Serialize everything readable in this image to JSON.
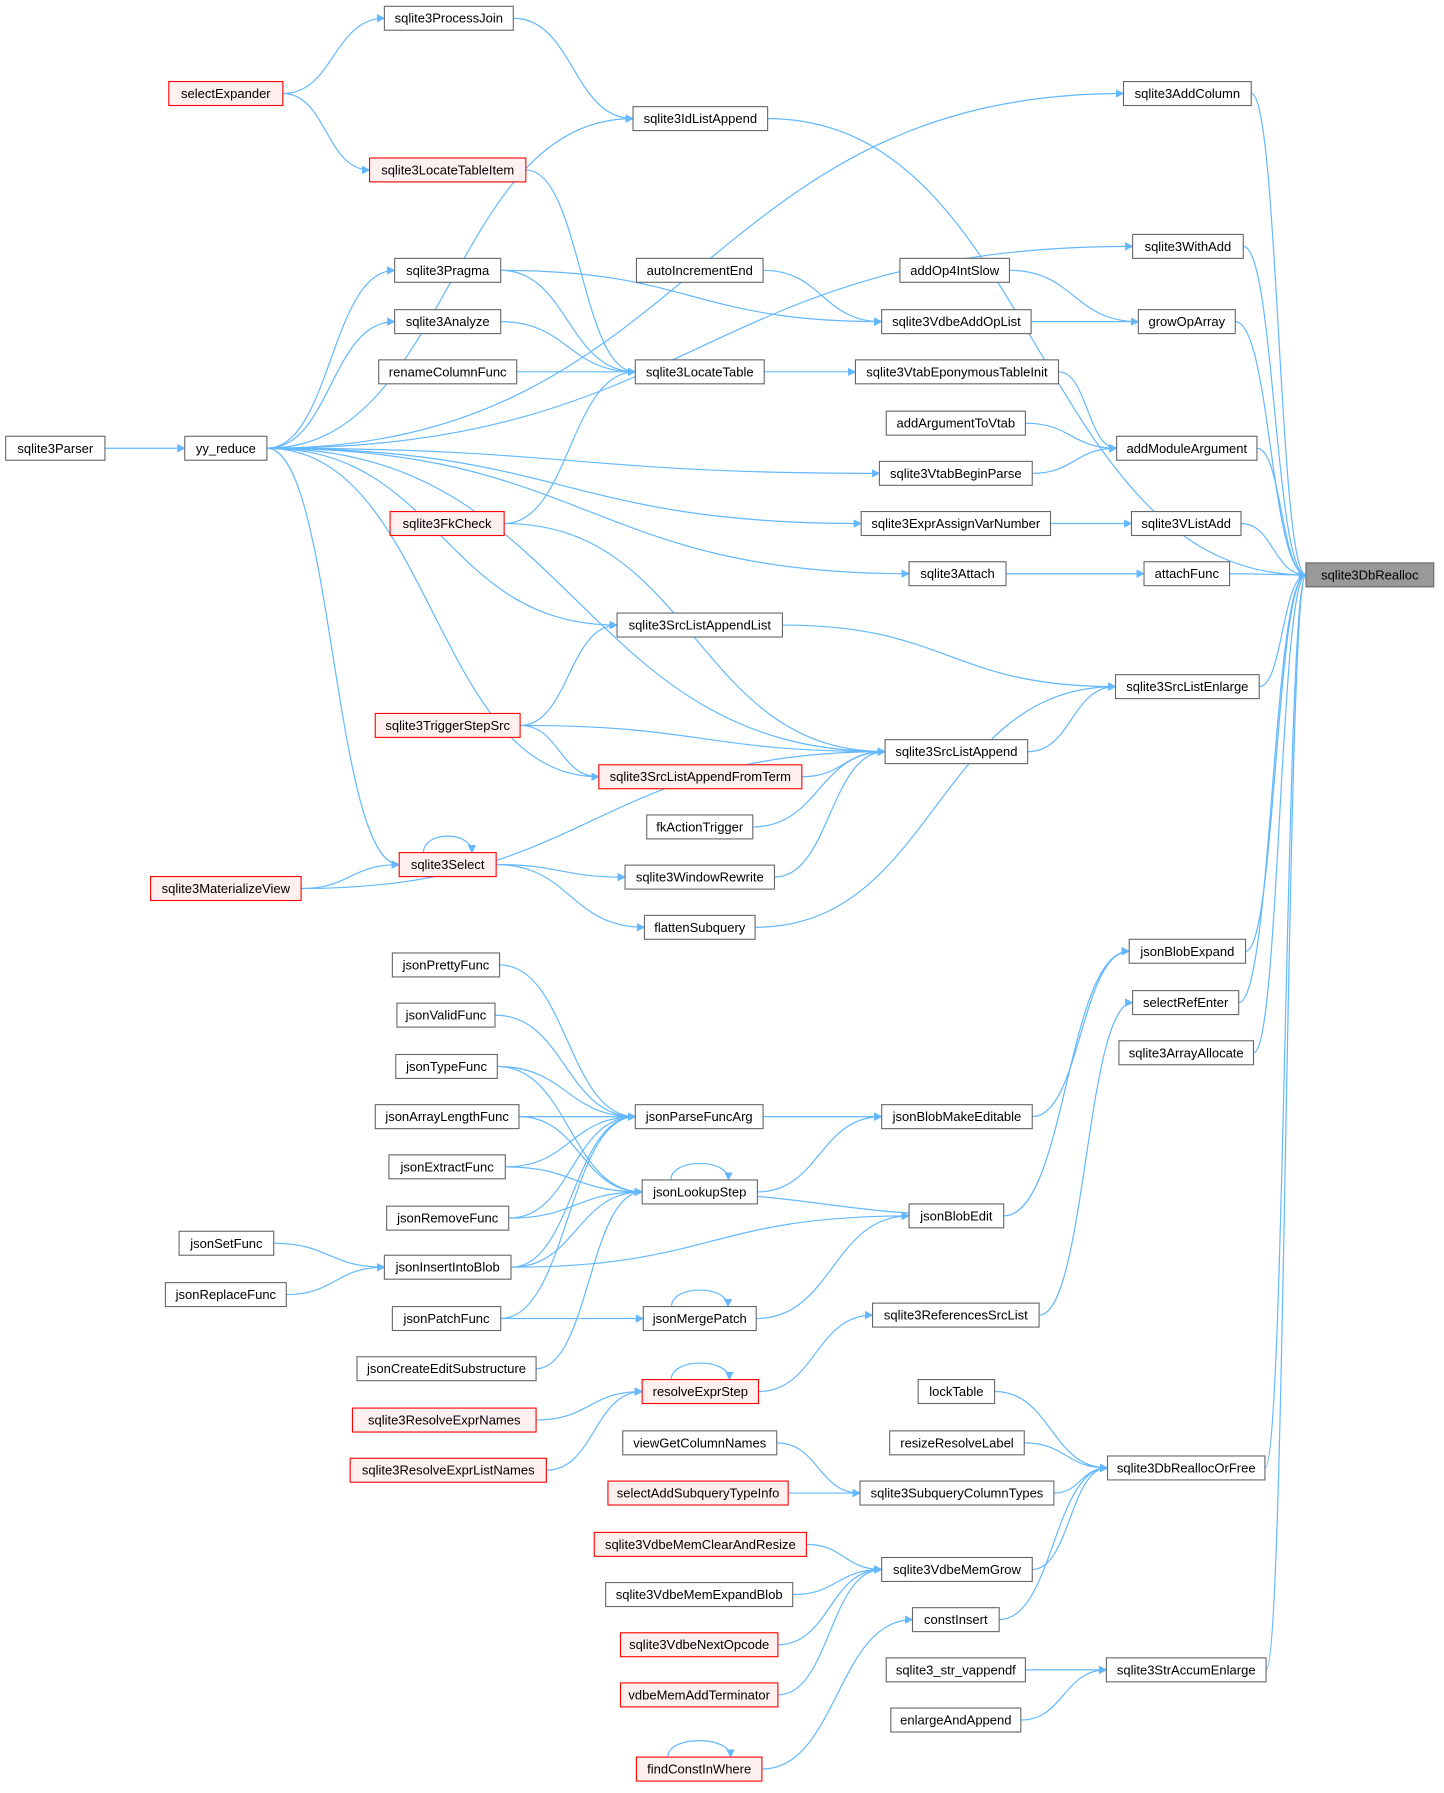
{
  "colors": {
    "edge": "#63b8ff",
    "node_border": "#666666",
    "node_border_highlight": "#ff0000",
    "root_fill": "#999999"
  },
  "nodes": [
    {
      "id": "root",
      "label": "sqlite3DbRealloc",
      "style": "root"
    },
    {
      "id": "n1",
      "label": "sqlite3ProcessJoin",
      "style": "normal"
    },
    {
      "id": "n2",
      "label": "selectExpander",
      "style": "red"
    },
    {
      "id": "n3",
      "label": "sqlite3AddColumn",
      "style": "normal"
    },
    {
      "id": "n4",
      "label": "sqlite3IdListAppend",
      "style": "normal"
    },
    {
      "id": "n5",
      "label": "sqlite3LocateTableItem",
      "style": "red"
    },
    {
      "id": "n6",
      "label": "sqlite3WithAdd",
      "style": "normal"
    },
    {
      "id": "n7",
      "label": "sqlite3Pragma",
      "style": "normal"
    },
    {
      "id": "n8",
      "label": "autoIncrementEnd",
      "style": "normal"
    },
    {
      "id": "n9",
      "label": "addOp4IntSlow",
      "style": "normal"
    },
    {
      "id": "n10",
      "label": "sqlite3Analyze",
      "style": "normal"
    },
    {
      "id": "n11",
      "label": "sqlite3VdbeAddOpList",
      "style": "normal"
    },
    {
      "id": "n12",
      "label": "growOpArray",
      "style": "normal"
    },
    {
      "id": "n13",
      "label": "renameColumnFunc",
      "style": "normal"
    },
    {
      "id": "n14",
      "label": "sqlite3LocateTable",
      "style": "normal"
    },
    {
      "id": "n15",
      "label": "sqlite3VtabEponymousTableInit",
      "style": "normal"
    },
    {
      "id": "n16",
      "label": "addArgumentToVtab",
      "style": "normal"
    },
    {
      "id": "n17",
      "label": "sqlite3Parser",
      "style": "normal"
    },
    {
      "id": "n18",
      "label": "yy_reduce",
      "style": "normal"
    },
    {
      "id": "n19",
      "label": "addModuleArgument",
      "style": "normal"
    },
    {
      "id": "n20",
      "label": "sqlite3VtabBeginParse",
      "style": "normal"
    },
    {
      "id": "n21",
      "label": "sqlite3FkCheck",
      "style": "red"
    },
    {
      "id": "n22",
      "label": "sqlite3ExprAssignVarNumber",
      "style": "normal"
    },
    {
      "id": "n23",
      "label": "sqlite3VListAdd",
      "style": "normal"
    },
    {
      "id": "n24",
      "label": "sqlite3Attach",
      "style": "normal"
    },
    {
      "id": "n25",
      "label": "attachFunc",
      "style": "normal"
    },
    {
      "id": "n26",
      "label": "sqlite3SrcListAppendList",
      "style": "normal"
    },
    {
      "id": "n27",
      "label": "sqlite3SrcListEnlarge",
      "style": "normal"
    },
    {
      "id": "n28",
      "label": "sqlite3TriggerStepSrc",
      "style": "red"
    },
    {
      "id": "n29",
      "label": "sqlite3SrcListAppend",
      "style": "normal"
    },
    {
      "id": "n30",
      "label": "sqlite3SrcListAppendFromTerm",
      "style": "red"
    },
    {
      "id": "n31",
      "label": "fkActionTrigger",
      "style": "normal"
    },
    {
      "id": "n32",
      "label": "sqlite3Select",
      "style": "red"
    },
    {
      "id": "n33",
      "label": "sqlite3MaterializeView",
      "style": "red"
    },
    {
      "id": "n34",
      "label": "sqlite3WindowRewrite",
      "style": "normal"
    },
    {
      "id": "n35",
      "label": "flattenSubquery",
      "style": "normal"
    },
    {
      "id": "n36",
      "label": "jsonBlobExpand",
      "style": "normal"
    },
    {
      "id": "n37",
      "label": "jsonPrettyFunc",
      "style": "normal"
    },
    {
      "id": "n38",
      "label": "selectRefEnter",
      "style": "normal"
    },
    {
      "id": "n39",
      "label": "jsonValidFunc",
      "style": "normal"
    },
    {
      "id": "n40",
      "label": "sqlite3ArrayAllocate",
      "style": "normal"
    },
    {
      "id": "n41",
      "label": "jsonTypeFunc",
      "style": "normal"
    },
    {
      "id": "n42",
      "label": "jsonArrayLengthFunc",
      "style": "normal"
    },
    {
      "id": "n43",
      "label": "jsonParseFuncArg",
      "style": "normal"
    },
    {
      "id": "n44",
      "label": "jsonBlobMakeEditable",
      "style": "normal"
    },
    {
      "id": "n45",
      "label": "jsonExtractFunc",
      "style": "normal"
    },
    {
      "id": "n46",
      "label": "jsonLookupStep",
      "style": "normal"
    },
    {
      "id": "n47",
      "label": "jsonRemoveFunc",
      "style": "normal"
    },
    {
      "id": "n48",
      "label": "jsonBlobEdit",
      "style": "normal"
    },
    {
      "id": "n49",
      "label": "jsonSetFunc",
      "style": "normal"
    },
    {
      "id": "n50",
      "label": "jsonInsertIntoBlob",
      "style": "normal"
    },
    {
      "id": "n51",
      "label": "jsonReplaceFunc",
      "style": "normal"
    },
    {
      "id": "n52",
      "label": "jsonPatchFunc",
      "style": "normal"
    },
    {
      "id": "n53",
      "label": "jsonMergePatch",
      "style": "normal"
    },
    {
      "id": "n54",
      "label": "sqlite3ReferencesSrcList",
      "style": "normal"
    },
    {
      "id": "n55",
      "label": "jsonCreateEditSubstructure",
      "style": "normal"
    },
    {
      "id": "n56",
      "label": "resolveExprStep",
      "style": "red"
    },
    {
      "id": "n57",
      "label": "sqlite3ResolveExprNames",
      "style": "red"
    },
    {
      "id": "n58",
      "label": "lockTable",
      "style": "normal"
    },
    {
      "id": "n59",
      "label": "sqlite3ResolveExprListNames",
      "style": "red"
    },
    {
      "id": "n60",
      "label": "viewGetColumnNames",
      "style": "normal"
    },
    {
      "id": "n61",
      "label": "resizeResolveLabel",
      "style": "normal"
    },
    {
      "id": "n62",
      "label": "sqlite3DbReallocOrFree",
      "style": "normal"
    },
    {
      "id": "n63",
      "label": "selectAddSubqueryTypeInfo",
      "style": "red"
    },
    {
      "id": "n64",
      "label": "sqlite3SubqueryColumnTypes",
      "style": "normal"
    },
    {
      "id": "n65",
      "label": "sqlite3VdbeMemClearAndResize",
      "style": "red"
    },
    {
      "id": "n66",
      "label": "sqlite3VdbeMemGrow",
      "style": "normal"
    },
    {
      "id": "n67",
      "label": "sqlite3VdbeMemExpandBlob",
      "style": "normal"
    },
    {
      "id": "n68",
      "label": "constInsert",
      "style": "normal"
    },
    {
      "id": "n69",
      "label": "sqlite3VdbeNextOpcode",
      "style": "red"
    },
    {
      "id": "n70",
      "label": "sqlite3_str_vappendf",
      "style": "normal"
    },
    {
      "id": "n71",
      "label": "sqlite3StrAccumEnlarge",
      "style": "normal"
    },
    {
      "id": "n72",
      "label": "vdbeMemAddTerminator",
      "style": "red"
    },
    {
      "id": "n73",
      "label": "enlargeAndAppend",
      "style": "normal"
    },
    {
      "id": "n74",
      "label": "findConstInWhere",
      "style": "red"
    }
  ],
  "edges": [
    [
      "n1",
      "n4"
    ],
    [
      "n2",
      "n1"
    ],
    [
      "n2",
      "n5"
    ],
    [
      "n3",
      "root"
    ],
    [
      "n4",
      "root"
    ],
    [
      "n5",
      "n14"
    ],
    [
      "n6",
      "root"
    ],
    [
      "n7",
      "n11"
    ],
    [
      "n7",
      "n14"
    ],
    [
      "n8",
      "n11"
    ],
    [
      "n9",
      "n12"
    ],
    [
      "n10",
      "n14"
    ],
    [
      "n11",
      "n12"
    ],
    [
      "n12",
      "root"
    ],
    [
      "n13",
      "n14"
    ],
    [
      "n14",
      "n15"
    ],
    [
      "n15",
      "n19"
    ],
    [
      "n16",
      "n19"
    ],
    [
      "n17",
      "n18"
    ],
    [
      "n18",
      "n3"
    ],
    [
      "n18",
      "n4"
    ],
    [
      "n18",
      "n6"
    ],
    [
      "n18",
      "n7"
    ],
    [
      "n18",
      "n10"
    ],
    [
      "n18",
      "n20"
    ],
    [
      "n18",
      "n22"
    ],
    [
      "n18",
      "n24"
    ],
    [
      "n18",
      "n26"
    ],
    [
      "n18",
      "n29"
    ],
    [
      "n18",
      "n30"
    ],
    [
      "n18",
      "n32"
    ],
    [
      "n19",
      "root"
    ],
    [
      "n20",
      "n19"
    ],
    [
      "n21",
      "n14"
    ],
    [
      "n21",
      "n29"
    ],
    [
      "n22",
      "n23"
    ],
    [
      "n23",
      "root"
    ],
    [
      "n24",
      "n25"
    ],
    [
      "n25",
      "root"
    ],
    [
      "n26",
      "n27"
    ],
    [
      "n27",
      "root"
    ],
    [
      "n28",
      "n26"
    ],
    [
      "n28",
      "n29"
    ],
    [
      "n28",
      "n30"
    ],
    [
      "n29",
      "n27"
    ],
    [
      "n30",
      "n29"
    ],
    [
      "n31",
      "n29"
    ],
    [
      "n32",
      "n32"
    ],
    [
      "n32",
      "n34"
    ],
    [
      "n32",
      "n35"
    ],
    [
      "n33",
      "n32"
    ],
    [
      "n33",
      "n29"
    ],
    [
      "n34",
      "n29"
    ],
    [
      "n35",
      "n27"
    ],
    [
      "n36",
      "root"
    ],
    [
      "n37",
      "n43"
    ],
    [
      "n38",
      "root"
    ],
    [
      "n39",
      "n43"
    ],
    [
      "n40",
      "root"
    ],
    [
      "n41",
      "n43"
    ],
    [
      "n41",
      "n46"
    ],
    [
      "n42",
      "n43"
    ],
    [
      "n42",
      "n46"
    ],
    [
      "n43",
      "n44"
    ],
    [
      "n44",
      "n36"
    ],
    [
      "n45",
      "n43"
    ],
    [
      "n45",
      "n46"
    ],
    [
      "n46",
      "n46"
    ],
    [
      "n46",
      "n44"
    ],
    [
      "n47",
      "n43"
    ],
    [
      "n47",
      "n46"
    ],
    [
      "n48",
      "n36"
    ],
    [
      "n48",
      "n46"
    ],
    [
      "n49",
      "n50"
    ],
    [
      "n50",
      "n43"
    ],
    [
      "n50",
      "n46"
    ],
    [
      "n50",
      "n48"
    ],
    [
      "n51",
      "n50"
    ],
    [
      "n52",
      "n43"
    ],
    [
      "n52",
      "n53"
    ],
    [
      "n53",
      "n53"
    ],
    [
      "n53",
      "n48"
    ],
    [
      "n54",
      "n38"
    ],
    [
      "n55",
      "n46"
    ],
    [
      "n56",
      "n56"
    ],
    [
      "n56",
      "n54"
    ],
    [
      "n57",
      "n56"
    ],
    [
      "n58",
      "n62"
    ],
    [
      "n59",
      "n56"
    ],
    [
      "n60",
      "n64"
    ],
    [
      "n61",
      "n62"
    ],
    [
      "n62",
      "root"
    ],
    [
      "n63",
      "n64"
    ],
    [
      "n64",
      "n62"
    ],
    [
      "n65",
      "n66"
    ],
    [
      "n66",
      "n62"
    ],
    [
      "n67",
      "n66"
    ],
    [
      "n68",
      "n62"
    ],
    [
      "n69",
      "n66"
    ],
    [
      "n70",
      "n71"
    ],
    [
      "n71",
      "root"
    ],
    [
      "n72",
      "n66"
    ],
    [
      "n73",
      "n71"
    ],
    [
      "n74",
      "n74"
    ],
    [
      "n74",
      "n68"
    ]
  ]
}
